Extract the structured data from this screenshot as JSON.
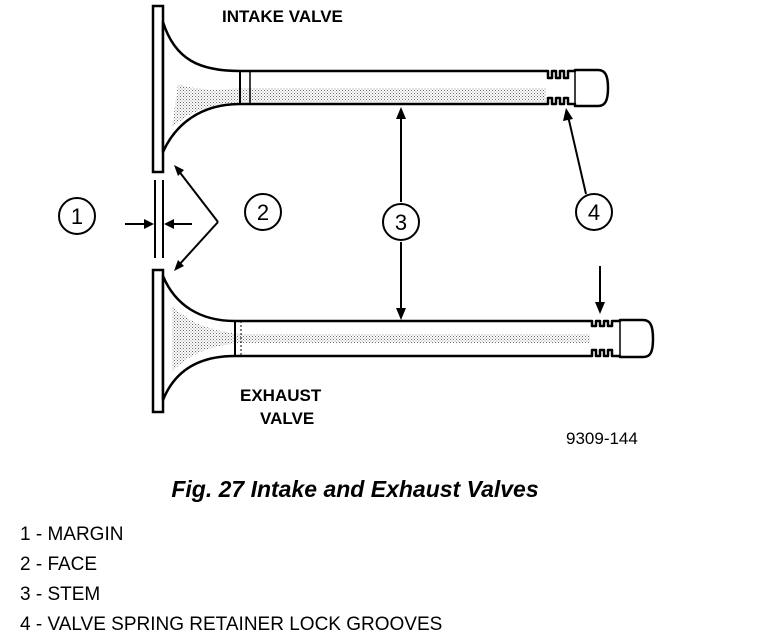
{
  "diagram": {
    "intake_label": "INTAKE VALVE",
    "exhaust_label_line1": "EXHAUST",
    "exhaust_label_line2": "VALVE",
    "callouts": [
      "1",
      "2",
      "3",
      "4"
    ],
    "drawing_code": "9309-144"
  },
  "figure": {
    "caption": "Fig. 27 Intake and Exhaust Valves"
  },
  "legend": {
    "items": [
      "1 - MARGIN",
      "2 - FACE",
      "3 - STEM",
      "4 - VALVE SPRING RETAINER LOCK GROOVES"
    ]
  }
}
